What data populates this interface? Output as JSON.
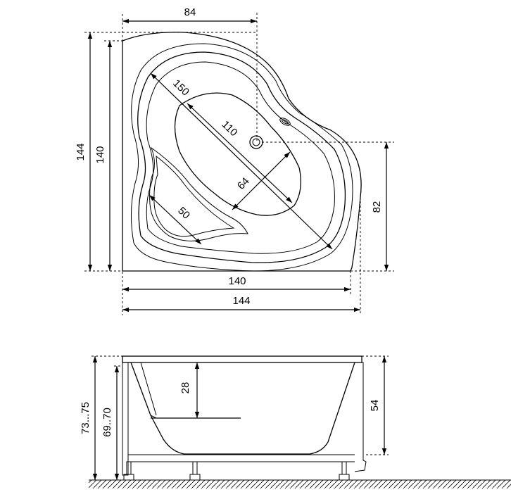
{
  "top_view": {
    "dim_top_width": "84",
    "dim_left_outer": "144",
    "dim_left_inner": "140",
    "dim_right_height": "82",
    "dim_bottom_inner": "140",
    "dim_bottom_outer": "144",
    "dim_diagonal_long": "150",
    "dim_diagonal_mid": "110",
    "dim_cross": "64",
    "dim_seat": "50"
  },
  "side_view": {
    "dim_total_height": "73...75",
    "dim_body_height": "69..70",
    "dim_depth_step": "28",
    "dim_inner_depth": "54"
  }
}
